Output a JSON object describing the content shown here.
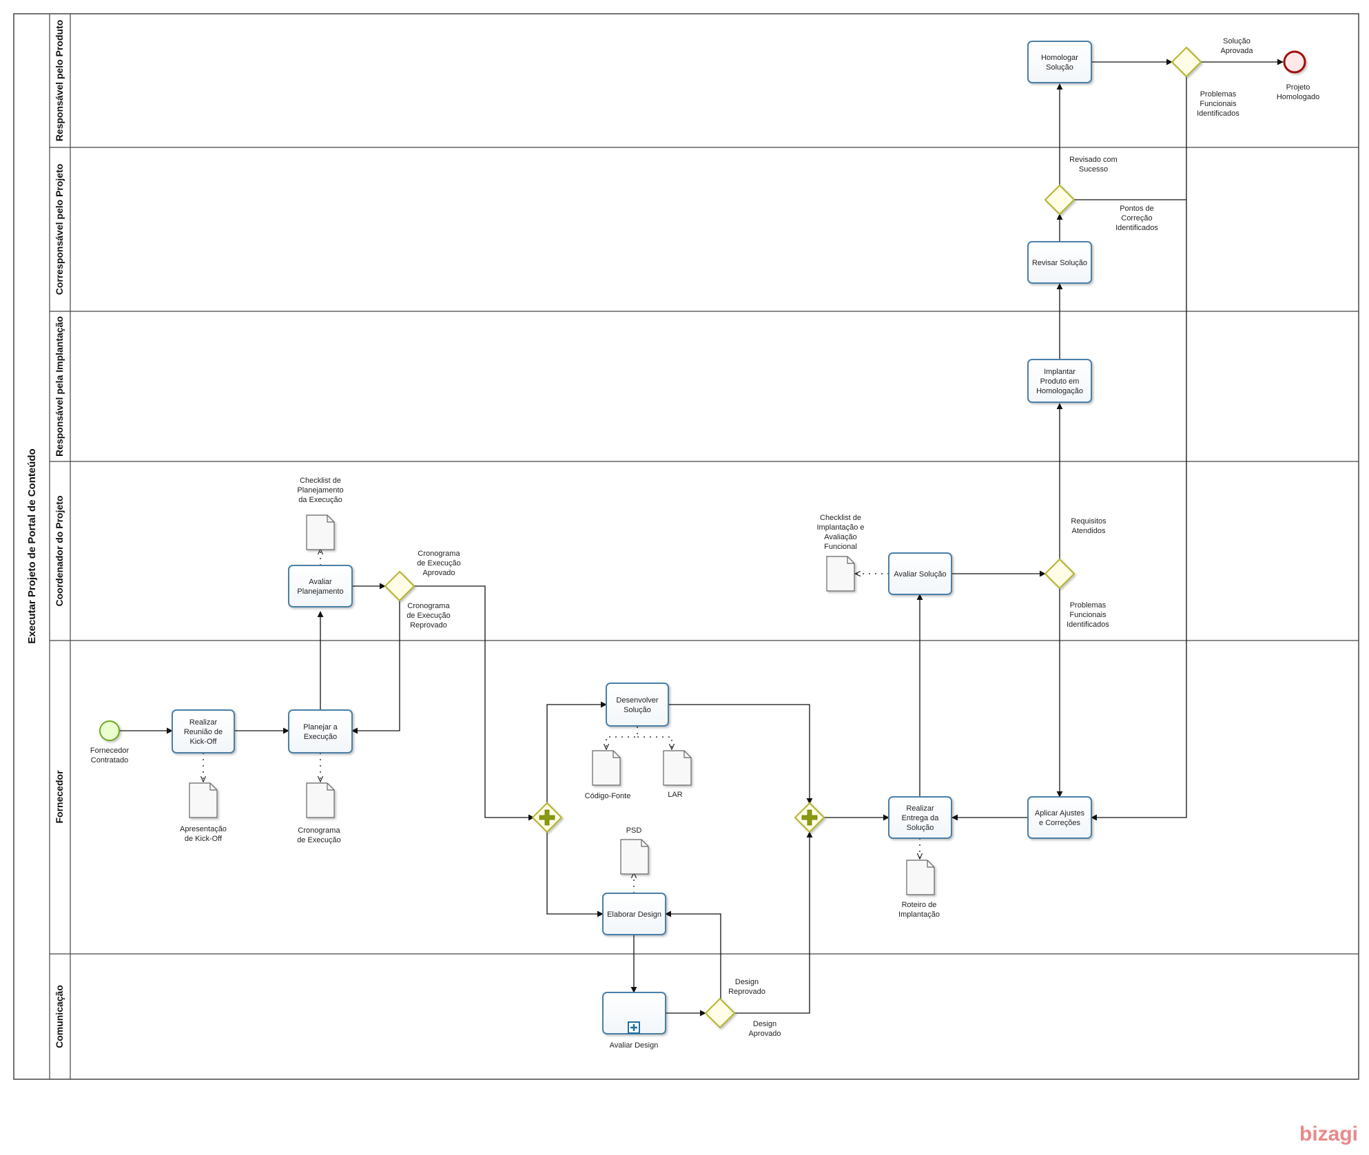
{
  "pool": {
    "title": "Executar Projeto de Portal de Conteúdo"
  },
  "lanes": [
    {
      "id": "lane-produto",
      "label": "Responsável pelo Produto"
    },
    {
      "id": "lane-corresp",
      "label": "Corresponsável pelo Projeto"
    },
    {
      "id": "lane-implant",
      "label": "Responsável pela Implantação"
    },
    {
      "id": "lane-coord",
      "label": "Coordenador do Projeto"
    },
    {
      "id": "lane-fornec",
      "label": "Fornecedor"
    },
    {
      "id": "lane-comun",
      "label": "Comunicação"
    }
  ],
  "tasks": {
    "homologar": [
      "Homologar",
      "Solução"
    ],
    "revisar": [
      "Revisar Solução"
    ],
    "implantar": [
      "Implantar",
      "Produto em",
      "Homologação"
    ],
    "avaliar_planejamento": [
      "Avaliar",
      "Planejamento"
    ],
    "avaliar_solucao": [
      "Avaliar Solução"
    ],
    "realizar_reuniao": [
      "Realizar",
      "Reunião de",
      "Kick-Off"
    ],
    "planejar": [
      "Planejar a",
      "Execução"
    ],
    "desenvolver": [
      "Desenvolver",
      "Solução"
    ],
    "elaborar_design": [
      "Elaborar Design"
    ],
    "realizar_entrega": [
      "Realizar",
      "Entrega da",
      "Solução"
    ],
    "aplicar_ajustes": [
      "Aplicar Ajustes",
      "e Correções"
    ],
    "avaliar_design": [
      "Avaliar Design"
    ]
  },
  "events": {
    "start": [
      "Fornecedor",
      "Contratado"
    ],
    "end": [
      "Projeto",
      "Homologado"
    ]
  },
  "artifacts": {
    "checklist_planejamento": [
      "Checklist de",
      "Planejamento",
      "da Execução"
    ],
    "checklist_implantacao": [
      "Checklist de",
      "Implantação e",
      "Avaliação",
      "Funcional"
    ],
    "apresentacao": [
      "Apresentação",
      "de Kick-Off"
    ],
    "cronograma": [
      "Cronograma",
      "de Execução"
    ],
    "codigo_fonte": [
      "Código-Fonte"
    ],
    "lar": [
      "LAR"
    ],
    "psd": [
      "PSD"
    ],
    "roteiro": [
      "Roteiro de",
      "Implantação"
    ]
  },
  "flow_labels": {
    "solucao_aprovada": [
      "Solução",
      "Aprovada"
    ],
    "problemas_top": [
      "Problemas",
      "Funcionais",
      "Identificados"
    ],
    "revisado": [
      "Revisado com",
      "Sucesso"
    ],
    "pontos": [
      "Pontos de",
      "Correção",
      "Identificados"
    ],
    "crono_aprovado": [
      "Cronograma",
      "de Execução",
      "Aprovado"
    ],
    "crono_reprovado": [
      "Cronograma",
      "de Execução",
      "Reprovado"
    ],
    "requisitos": [
      "Requisitos",
      "Atendidos"
    ],
    "problemas_mid": [
      "Problemas",
      "Funcionais",
      "Identificados"
    ],
    "design_reprovado": [
      "Design",
      "Reprovado"
    ],
    "design_aprovado": [
      "Design",
      "Aprovado"
    ]
  },
  "branding": {
    "logo": "bizagi"
  },
  "colors": {
    "task_stroke": "#4a7fa8",
    "gateway_stroke": "#b4b42a",
    "gateway_fill": "#fffde6",
    "start_stroke": "#6ea820",
    "start_fill": "#eaffd0",
    "end_stroke": "#a01010",
    "end_fill": "#ffe8e8",
    "logo": "#e9898a"
  }
}
